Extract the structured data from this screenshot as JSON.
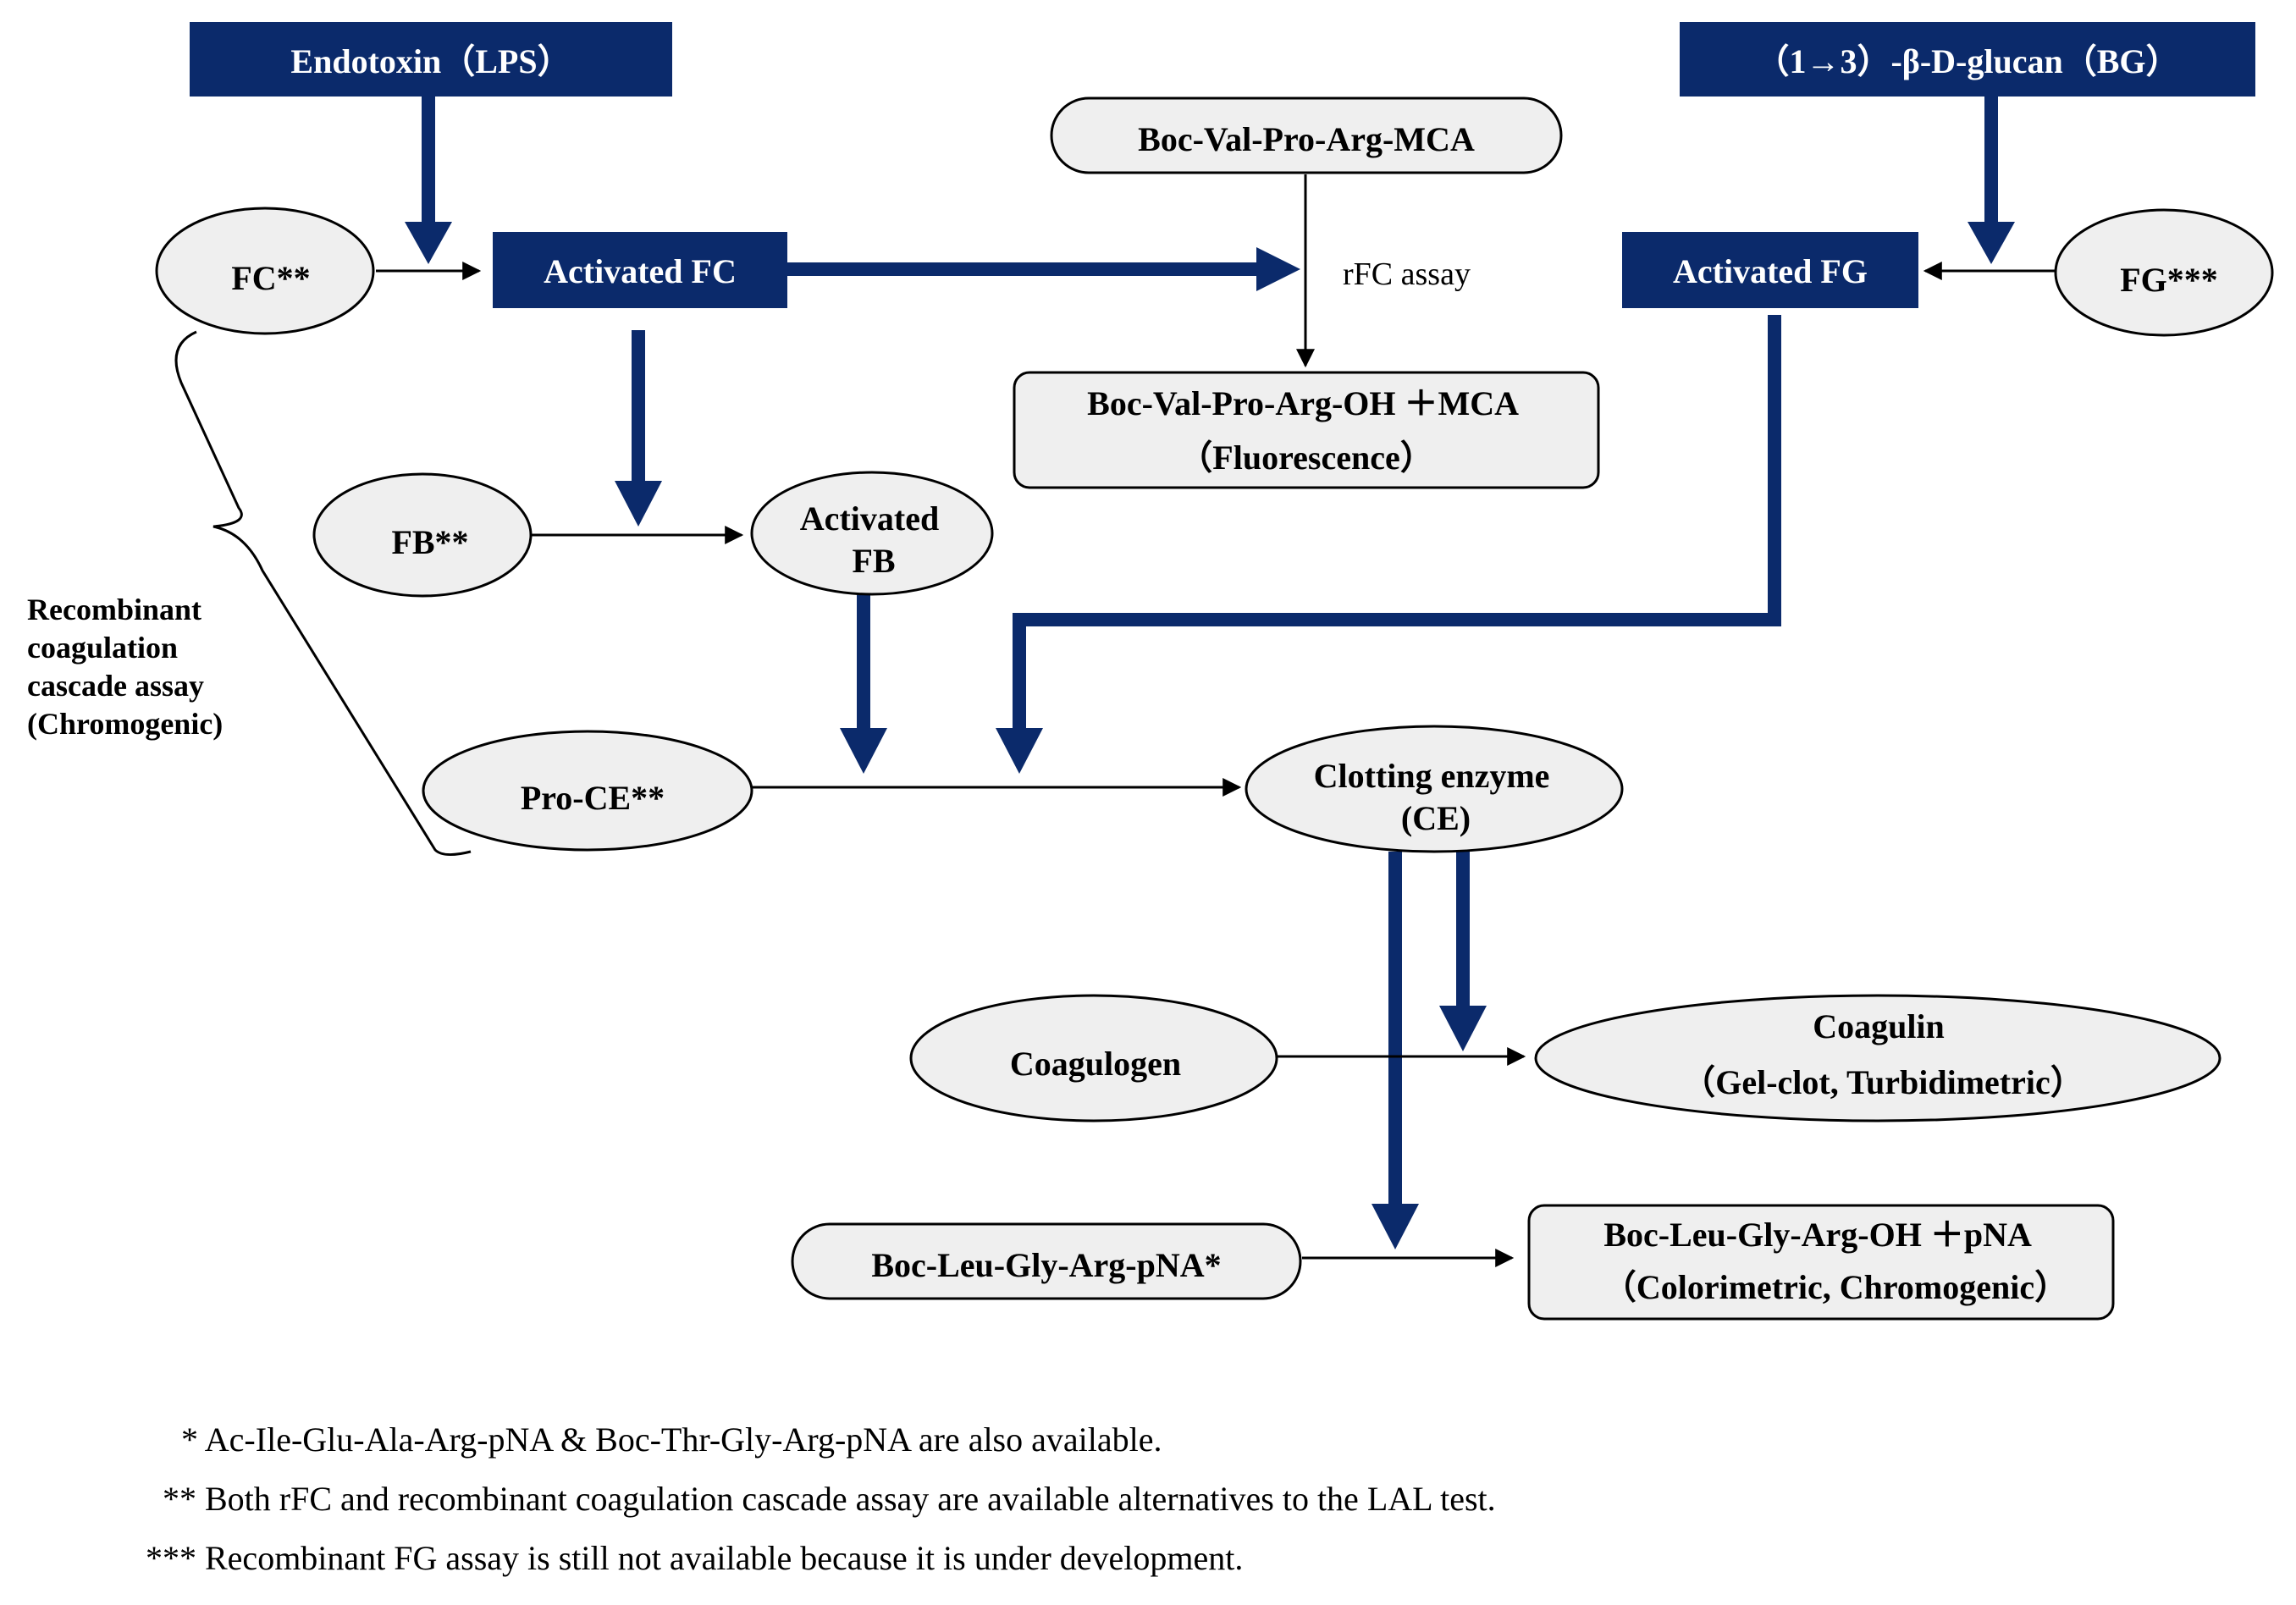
{
  "colors": {
    "navy": "#0b2a6b",
    "node_fill": "#efefef",
    "line": "#000000",
    "text_on_navy": "#ffffff"
  },
  "nodes": {
    "endotoxin": "Endotoxin（LPS）",
    "glucan": "（1→3）-β-D-glucan（BG）",
    "fc": "FC**",
    "activated_fc": "Activated FC",
    "substrate_mca": "Boc-Val-Pro-Arg-MCA",
    "rfc_assay": "rFC assay",
    "mca_product_line1": "Boc-Val-Pro-Arg-OH ＋MCA",
    "mca_product_line2": "（Fluorescence）",
    "activated_fg": "Activated FG",
    "fg": "FG***",
    "fb": "FB**",
    "activated_fb_line1": "Activated",
    "activated_fb_line2": "FB",
    "pro_ce": "Pro-CE**",
    "ce_line1": "Clotting enzyme",
    "ce_line2": "(CE)",
    "coagulogen": "Coagulogen",
    "coagulin_line1": "Coagulin",
    "coagulin_line2": "（Gel-clot, Turbidimetric）",
    "substrate_pna": "Boc-Leu-Gly-Arg-pNA*",
    "pna_product_line1": "Boc-Leu-Gly-Arg-OH ＋pNA",
    "pna_product_line2": "（Colorimetric, Chromogenic）"
  },
  "bracket_label": [
    "Recombinant",
    "coagulation",
    "cascade assay",
    "(Chromogenic)"
  ],
  "footnotes": [
    "* Ac-Ile-Glu-Ala-Arg-pNA  & Boc-Thr-Gly-Arg-pNA  are also available.",
    "** Both rFC and recombinant  coagulation  cascade assay are available  alternatives  to the LAL test.",
    "*** Recombinant FG assay is still  not available  because it is under development."
  ]
}
